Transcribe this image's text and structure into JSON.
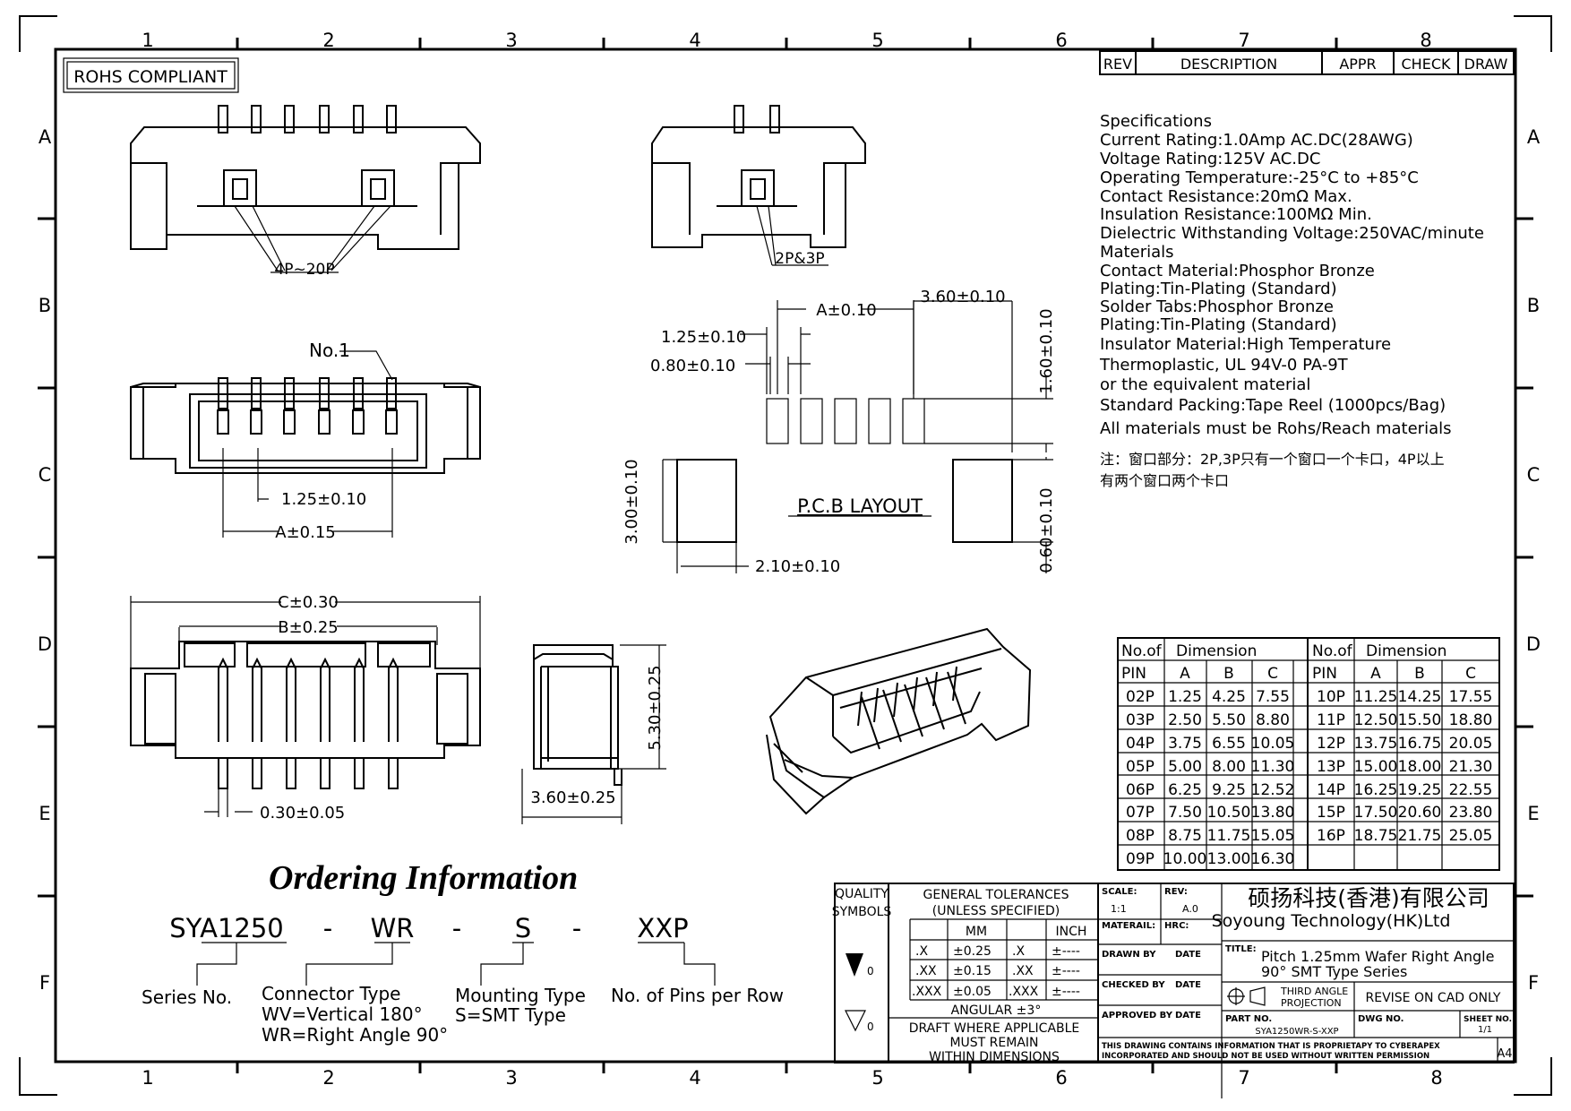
{
  "zones": {
    "columns": [
      "1",
      "2",
      "3",
      "4",
      "5",
      "6",
      "7",
      "8"
    ],
    "rows": [
      "A",
      "B",
      "C",
      "D",
      "E",
      "F"
    ]
  },
  "rohs": "ROHS COMPLIANT",
  "revision_block": {
    "rev": "REV",
    "description": "DESCRIPTION",
    "appr": "APPR",
    "check": "CHECK",
    "draw": "DRAW"
  },
  "specs": {
    "title": "Specifications",
    "lines": [
      "Current Rating:1.0Amp AC.DC(28AWG)",
      "Voltage Rating:125V AC.DC",
      "Operating Temperature:-25°C to +85°C",
      "Contact Resistance:20mΩ Max.",
      "Insulation Resistance:100MΩ Min.",
      "Dielectric Withstanding Voltage:250VAC/minute",
      "Materials",
      "Contact Material:Phosphor Bronze",
      "Plating:Tin-Plating (Standard)",
      "Solder Tabs:Phosphor Bronze",
      "Plating:Tin-Plating (Standard)",
      "Insulator Material:High Temperature",
      "Thermoplastic, UL 94V-0 PA-9T",
      "or the equivalent material",
      "Standard Packing:Tape Reel (1000pcs/Bag)",
      "All materials must be Rohs/Reach materials"
    ],
    "note_line1": "注：窗口部分：2P,3P只有一个窗口一个卡口，4P以上",
    "note_line2": "有两个窗口两个卡口"
  },
  "drawing_labels": {
    "four_to_twenty": "4P~20P",
    "two_three": "2P&3P",
    "no1": "No.1",
    "pitch_125": "1.25±0.10",
    "a_015": "A±0.15",
    "c_030": "C±0.30",
    "b_025": "B±0.25",
    "pin_030": "0.30±0.05",
    "h_530": "5.30±0.25",
    "w_360": "3.60±0.25",
    "pcb_a": "A±0.10",
    "pcb_360": "3.60±0.10",
    "pcb_125": "1.25±0.10",
    "pcb_080": "0.80±0.10",
    "pcb_160": "1.60±0.10",
    "pcb_300": "3.00±0.10",
    "pcb_210": "2.10±0.10",
    "pcb_060": "0.60±0.10",
    "pcb_title": "P.C.B LAYOUT"
  },
  "dimension_table": {
    "head1": [
      "No.of",
      "Dimension"
    ],
    "head2": [
      "PIN",
      "A",
      "B",
      "C"
    ],
    "left": [
      [
        "02P",
        "1.25",
        "4.25",
        "7.55"
      ],
      [
        "03P",
        "2.50",
        "5.50",
        "8.80"
      ],
      [
        "04P",
        "3.75",
        "6.55",
        "10.05"
      ],
      [
        "05P",
        "5.00",
        "8.00",
        "11.30"
      ],
      [
        "06P",
        "6.25",
        "9.25",
        "12.52"
      ],
      [
        "07P",
        "7.50",
        "10.50",
        "13.80"
      ],
      [
        "08P",
        "8.75",
        "11.75",
        "15.05"
      ],
      [
        "09P",
        "10.00",
        "13.00",
        "16.30"
      ]
    ],
    "right": [
      [
        "10P",
        "11.25",
        "14.25",
        "17.55"
      ],
      [
        "11P",
        "12.50",
        "15.50",
        "18.80"
      ],
      [
        "12P",
        "13.75",
        "16.75",
        "20.05"
      ],
      [
        "13P",
        "15.00",
        "18.00",
        "21.30"
      ],
      [
        "14P",
        "16.25",
        "19.25",
        "22.55"
      ],
      [
        "15P",
        "17.50",
        "20.60",
        "23.80"
      ],
      [
        "16P",
        "18.75",
        "21.75",
        "25.05"
      ],
      [
        "",
        "",
        "",
        ""
      ]
    ]
  },
  "ordering": {
    "title": "Ordering Information",
    "code": [
      "SYA1250",
      "-",
      "WR",
      "-",
      "S",
      "-",
      "XXP"
    ],
    "series": "Series No.",
    "connector": "Connector Type",
    "wv": "WV=Vertical 180°",
    "wr": "WR=Right Angle 90°",
    "mounting": "Mounting Type",
    "smt": "S=SMT Type",
    "pins": "No. of Pins per Row"
  },
  "title_block": {
    "quality": "QUALITY",
    "symbols": "SYMBOLS",
    "sym_v": "0",
    "sym_s": "0",
    "gen_tol": "GENERAL TOLERANCES",
    "unless": "(UNLESS SPECIFIED)",
    "mm": "MM",
    "inch": "INCH",
    "tol_rows": [
      [
        ".X",
        "±0.25",
        ".X",
        "±----"
      ],
      [
        ".XX",
        "±0.15",
        ".XX",
        "±----"
      ],
      [
        ".XXX",
        "±0.05",
        ".XXX",
        "±----"
      ]
    ],
    "angular": "ANGULAR ±3°",
    "draft1": "DRAFT WHERE APPLICABLE",
    "draft2": "MUST REMAIN",
    "draft3": "WITHIN DIMENSIONS",
    "scale_label": "SCALE:",
    "scale": "1:1",
    "rev_label": "REV:",
    "rev": "A.0",
    "material": "MATERAIL:",
    "hrc": "HRC:",
    "drawn_by": "DRAWN BY",
    "checked_by": "CHECKED BY",
    "approved_by": "APPROVED BY",
    "date": "DATE",
    "company_cn": "硕扬科技(香港)有限公司",
    "company_en": "Soyoung Technology(HK)Ltd",
    "title_label": "TITLE:",
    "title_1": "Pitch 1.25mm Wafer Right Angle",
    "title_2": "90° SMT Type Series",
    "third1": "THIRD ANGLE",
    "third2": "PROJECTION",
    "revise": "REVISE ON CAD ONLY",
    "part_label": "PART NO.",
    "part": "SYA1250WR-S-XXP",
    "dwg_label": "DWG NO.",
    "sheet_label": "SHEET NO.",
    "sheet": "1/1",
    "prop1": "THIS DRAWING CONTAINS INFORMATION THAT IS PROPRIETAPY TO CYBERAPEX",
    "prop2": "INCORPORATED AND SHOULD NOT BE USED WITHOUT WRITTEN PERMISSION",
    "size": "A4"
  }
}
